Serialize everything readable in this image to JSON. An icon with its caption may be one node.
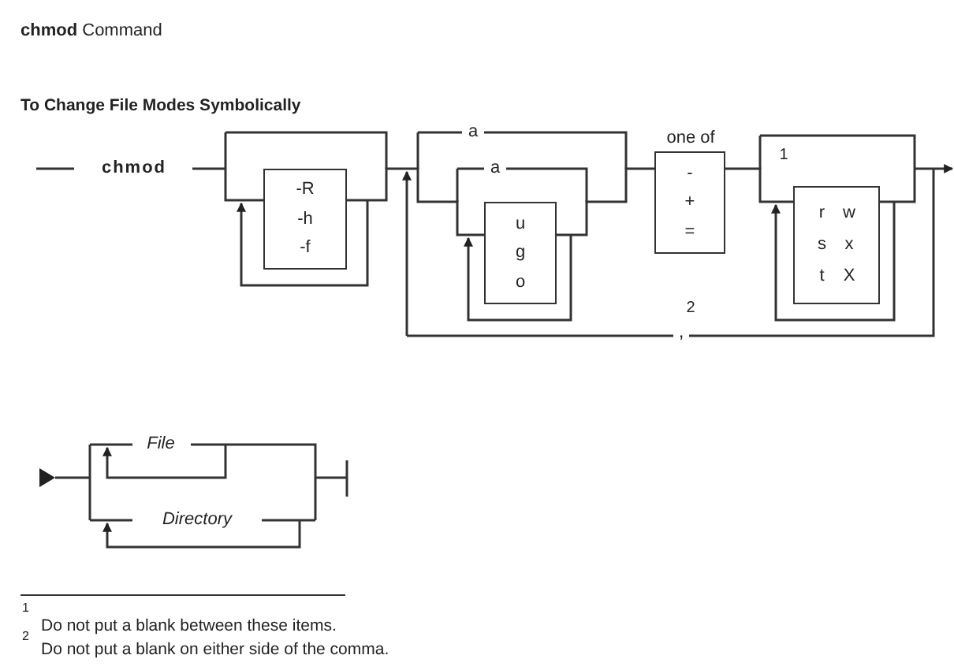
{
  "diagram": {
    "title": "**chmod** Command",
    "nodes": [
      {
        "text": [
          "-R",
          "-h",
          "-f"
        ]
      },
      {
        "text": [
          "u",
          "g",
          "o"
        ]
      },
      {
        "text": [
          "-",
          "+",
          "="
        ],
        "beside": [
          "one of"
        ]
      },
      {
        "text": [
          "r",
          "s",
          "t",
          "w",
          "x",
          "X"
        ]
      }
    ],
    "edges": [
      {
        "from": 0,
        "to": 1,
        "arrow": "none"
      },
      {
        "from": 1,
        "to": 2,
        "arrow": "none"
      },
      {
        "from": 2,
        "to": 3,
        "arrow": "none"
      }
    ],
    "labels": [
      "To Change File Modes Symbolically",
      "chmod",
      "a",
      "a",
      "1",
      "2",
      ",",
      "File",
      "Directory",
      "1",
      "Do not put a blank between these items.",
      "2",
      "Do not put a blank on either side of the comma."
    ]
  }
}
